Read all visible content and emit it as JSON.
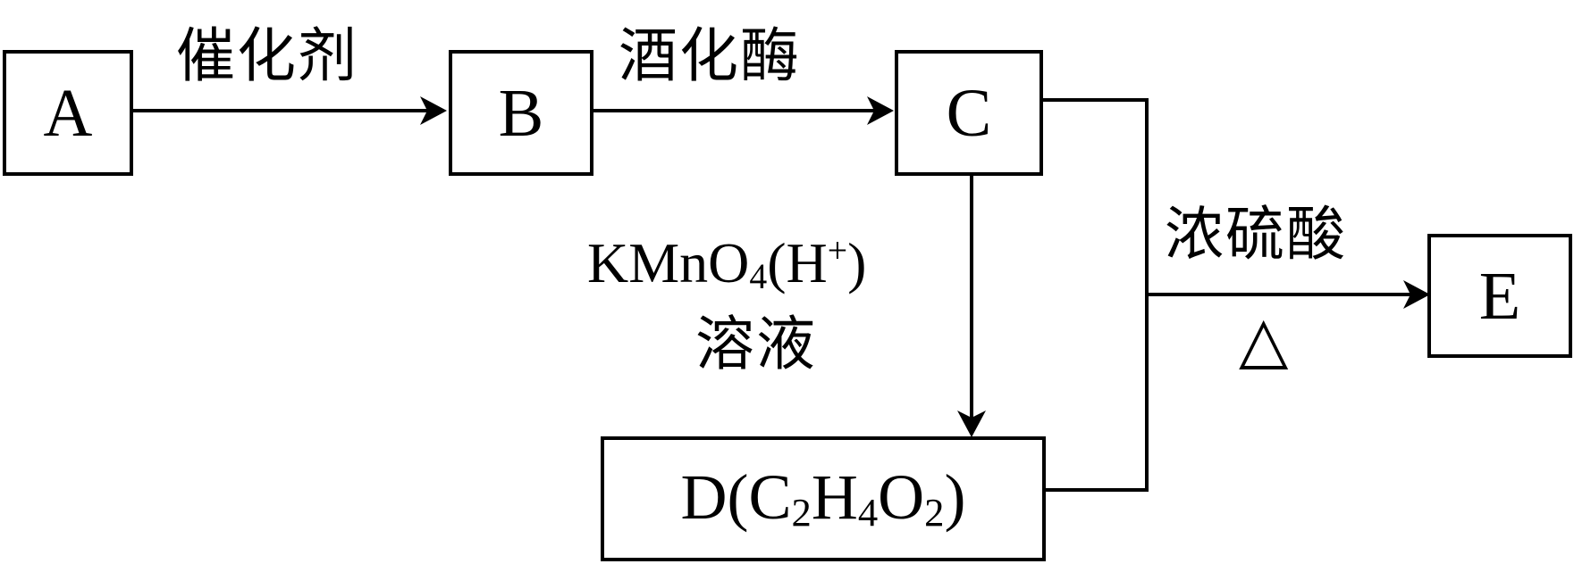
{
  "nodes": {
    "A": "A",
    "B": "B",
    "C": "C",
    "D": {
      "name": "D",
      "formula": [
        "(C",
        "2",
        "H",
        "4",
        "O",
        "2",
        ")"
      ]
    },
    "E": "E"
  },
  "conditions": {
    "a_to_b": "催化剂",
    "b_to_c": "酒化酶",
    "c_to_d_reagent": [
      "KMnO",
      "4",
      "(H",
      "+",
      ")"
    ],
    "c_to_d_solution": "溶液",
    "to_e_reagent": "浓硫酸",
    "to_e_heat": "△"
  }
}
